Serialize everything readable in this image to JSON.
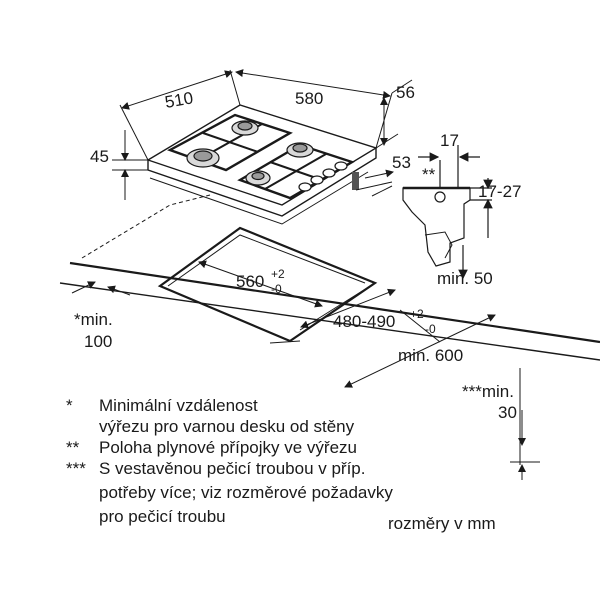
{
  "dimensions": {
    "width_510": "510",
    "width_580": "580",
    "depth_56": "56",
    "height_45": "45",
    "side_53": "53",
    "offset_17": "17",
    "range_17_27": "17-27",
    "star2": "**",
    "min_50": "min. 50",
    "cutout_560": "560",
    "cutout_560_tol_plus": "+2",
    "cutout_560_tol_minus": "-0",
    "cutout_480_490": "480-490",
    "cutout_480_tol_plus": "+2",
    "cutout_480_tol_minus": "-0",
    "min_100_label": "*min.",
    "min_100_value": "100",
    "min_600": "min. 600",
    "min_30_label": "***min.",
    "min_30_value": "30"
  },
  "notes": [
    {
      "marker": "*",
      "lines": [
        "Minimální vzdálenost",
        "výřezu pro varnou desku od stěny"
      ]
    },
    {
      "marker": "**",
      "lines": [
        "Poloha plynové přípojky ve výřezu"
      ]
    },
    {
      "marker": "***",
      "lines": [
        "S vestavěnou pečicí troubou v příp.",
        "potřeby více; viz rozměrové požadavky",
        "pro pečicí troubu"
      ]
    }
  ],
  "units_label": "rozměry v mm"
}
